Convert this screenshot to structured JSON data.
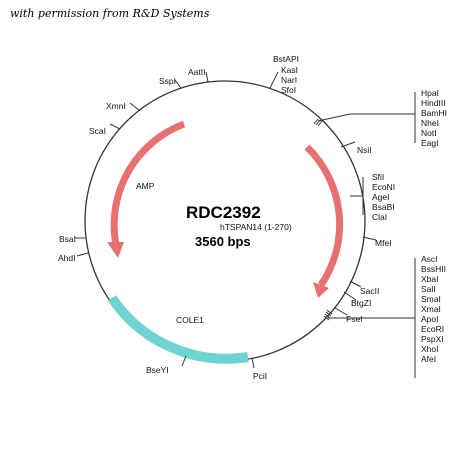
{
  "credit": "with permission from R&D Systems",
  "plasmid": {
    "name": "RDC2392",
    "insert": "hTSPAN14 (1-270)",
    "size": "3560 bps"
  },
  "features": [
    {
      "label": "AMP",
      "color": "#e8716f",
      "type": "arrow"
    },
    {
      "label": "",
      "color": "#e8716f",
      "type": "arrow"
    },
    {
      "label": "COLE1",
      "color": "#6fd3d1",
      "type": "band"
    }
  ],
  "sites_single": [
    "AatII",
    "SspI",
    "XmnI",
    "ScaI",
    "BsaI",
    "AhdI",
    "BseYI",
    "PciI",
    "FseI",
    "BtgZI",
    "SacII",
    "MfeI",
    "NsiI"
  ],
  "site_groups": [
    [
      "BstAPI",
      "KasI",
      "NarI",
      "SfoI"
    ],
    [
      "HpaI",
      "HindIII",
      "BamHI",
      "NheI",
      "NotI",
      "EagI"
    ],
    [
      "SfiI",
      "EcoNI",
      "AgeI",
      "BsaBI",
      "ClaI"
    ],
    [
      "AscI",
      "BssHII",
      "XbaI",
      "SalI",
      "SmaI",
      "XmaI",
      "ApoI",
      "EcoRI",
      "PspXI",
      "XhoI",
      "AfeI"
    ]
  ]
}
